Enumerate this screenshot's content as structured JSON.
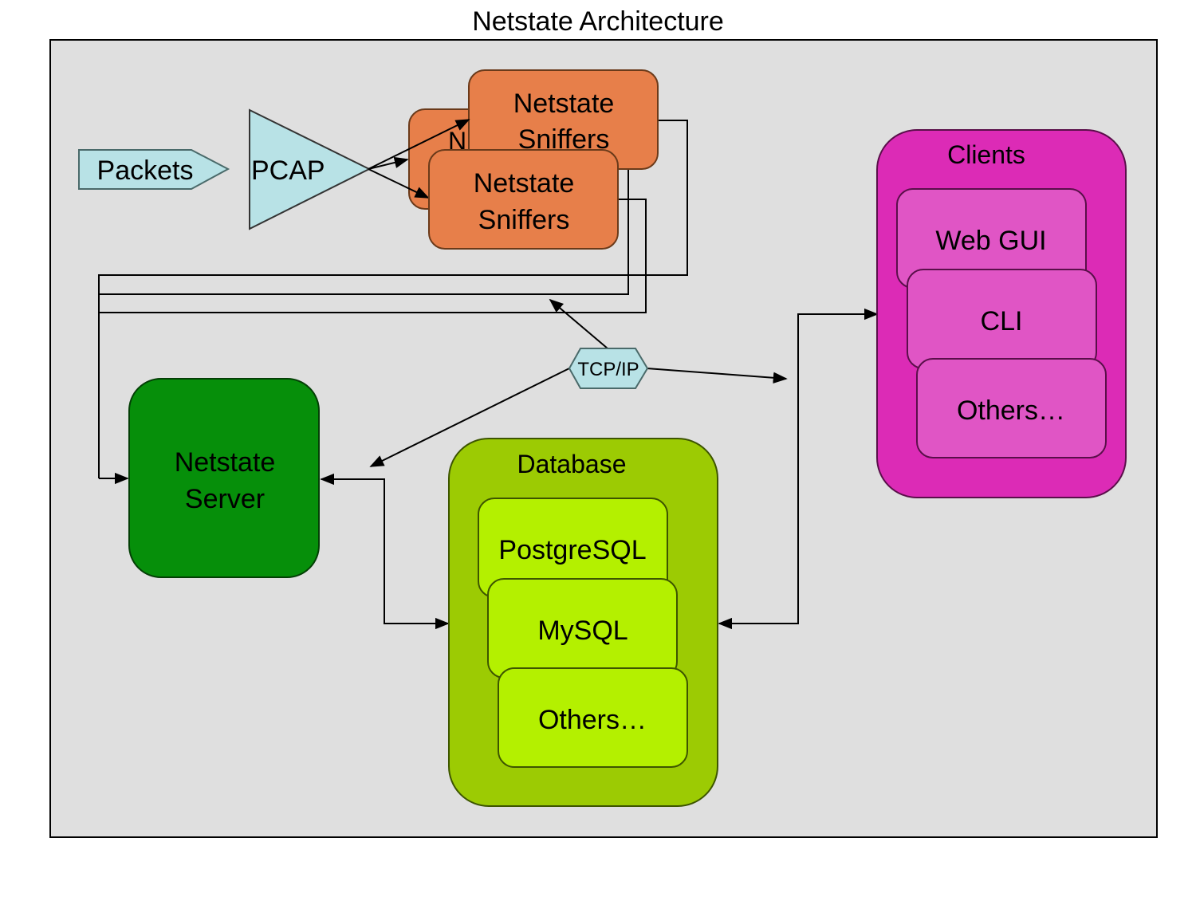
{
  "title": "Netstate Architecture",
  "colors": {
    "canvas_bg": "#dfdfdf",
    "packets_fill": "#b8e2e6",
    "sniffer_fill": "#e77f4a",
    "server_fill": "#068f0a",
    "database_fill": "#9ccb03",
    "database_item_fill": "#b4f000",
    "clients_fill": "#dc2bb6",
    "clients_item_fill": "#e055c5",
    "tcpip_fill": "#b8e2e6"
  },
  "nodes": {
    "packets": {
      "label": "Packets"
    },
    "pcap": {
      "label": "PCAP"
    },
    "sniffer_back": {
      "label": "N"
    },
    "sniffer_top": {
      "line1": "Netstate",
      "line2": "Sniffers"
    },
    "sniffer_front": {
      "line1": "Netstate",
      "line2": "Sniffers"
    },
    "tcpip": {
      "label": "TCP/IP"
    },
    "server": {
      "line1": "Netstate",
      "line2": "Server"
    },
    "database": {
      "label": "Database",
      "items": [
        {
          "label": "PostgreSQL"
        },
        {
          "label": "MySQL"
        },
        {
          "label": "Others…"
        }
      ]
    },
    "clients": {
      "label": "Clients",
      "items": [
        {
          "label": "Web GUI"
        },
        {
          "label": "CLI"
        },
        {
          "label": "Others…"
        }
      ]
    }
  },
  "edges": [
    {
      "from": "packets",
      "to": "pcap"
    },
    {
      "from": "pcap",
      "to": "sniffers"
    },
    {
      "from": "sniffers",
      "to": "server"
    },
    {
      "from": "tcpip",
      "to": "sniffers"
    },
    {
      "from": "tcpip",
      "to": "server"
    },
    {
      "from": "tcpip",
      "to": "clients"
    },
    {
      "from": "server",
      "to": "database",
      "bidirectional": true
    },
    {
      "from": "clients",
      "to": "database",
      "bidirectional": true
    }
  ]
}
